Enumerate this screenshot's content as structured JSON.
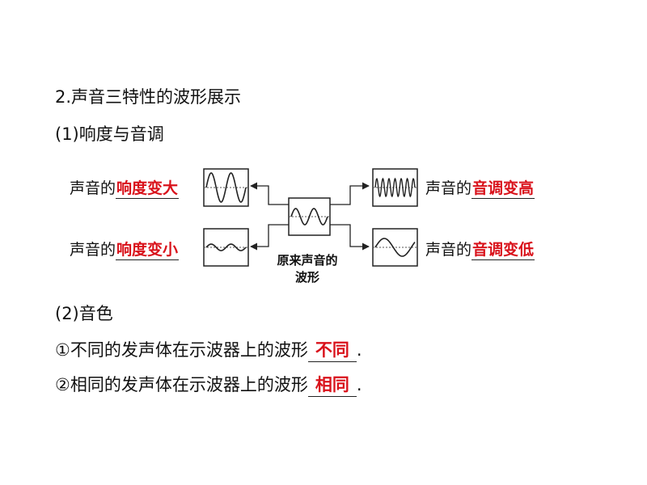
{
  "heading": "2.声音三特性的波形展示",
  "section1": "(1)响度与音调",
  "diagram": {
    "prefix": "声音的",
    "left_top_answer": "响度变大",
    "left_bottom_answer": "响度变小",
    "right_top_answer": "音调变高",
    "right_bottom_answer": "音调变低",
    "center_caption_line1": "原来声音的",
    "center_caption_line2": "波形"
  },
  "section2": "(2)音色",
  "item1": {
    "text": "①不同的发声体在示波器上的波形",
    "answer": "不同",
    "end": "."
  },
  "item2": {
    "text": "②相同的发声体在示波器上的波形",
    "answer": "相同",
    "end": "."
  },
  "colors": {
    "answer": "#d9121b",
    "text": "#111111"
  }
}
